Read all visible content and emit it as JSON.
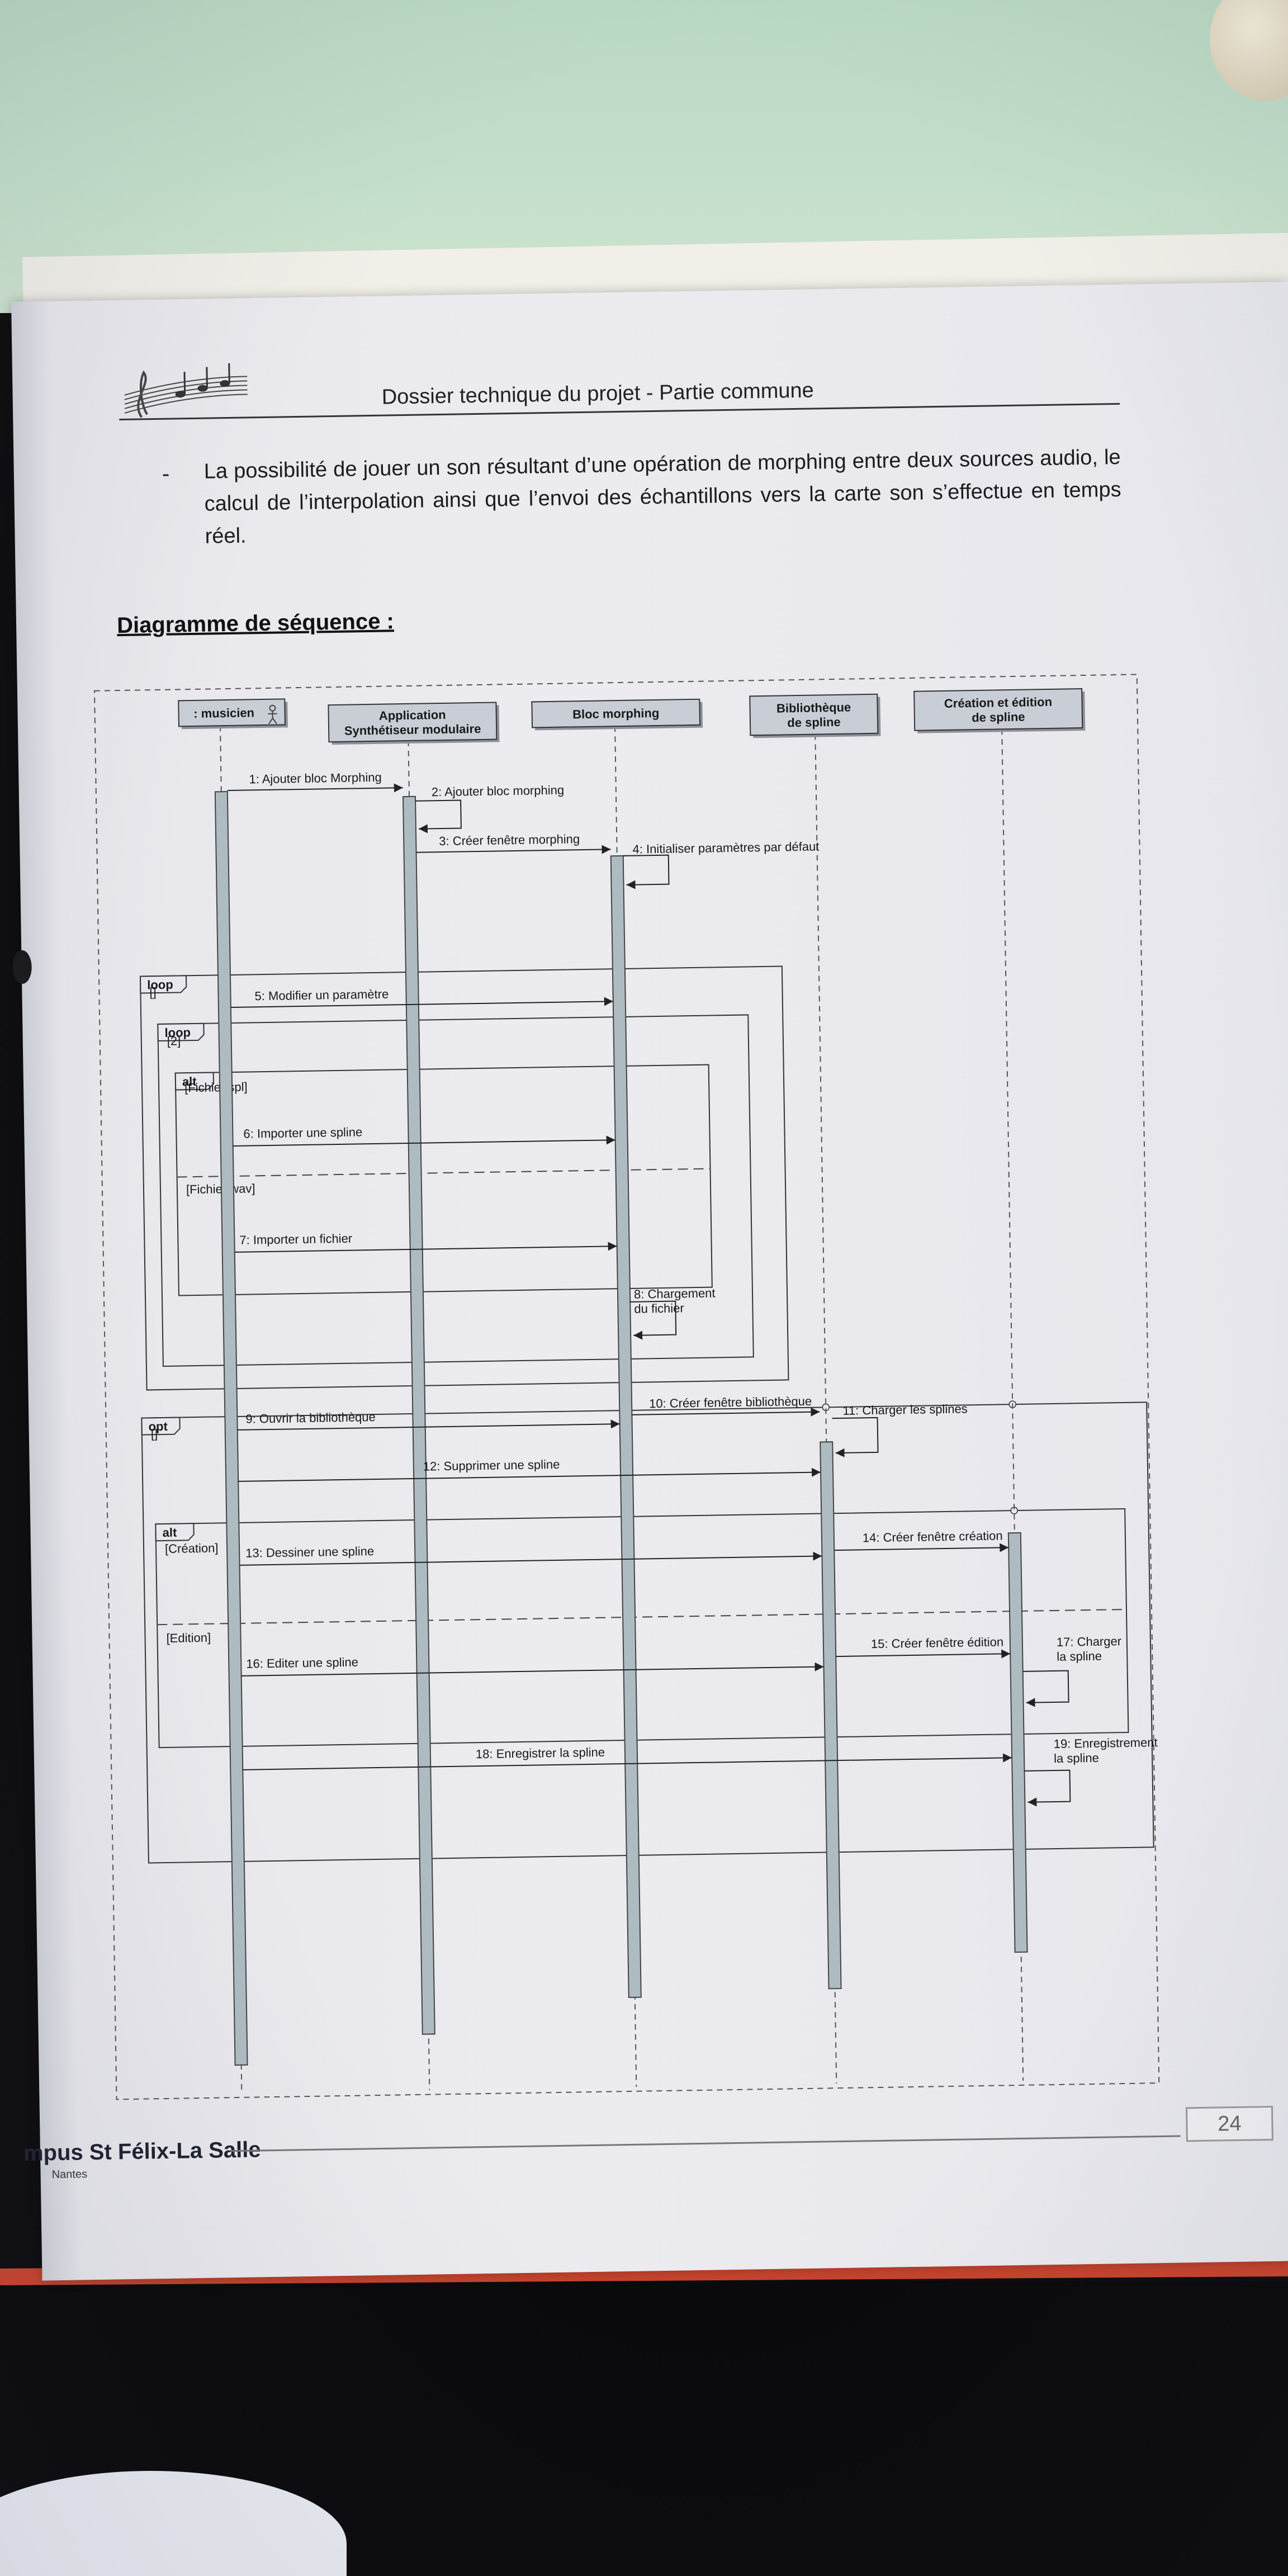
{
  "header": {
    "title": "Dossier technique du projet  -  Partie commune"
  },
  "bullet": {
    "dash": "-",
    "text": "La possibilité de jouer un son résultant d’une opération de morphing entre deux sources audio, le calcul de l’interpolation ainsi que l’envoi des échantillons vers la carte son s’effectue en temps réel."
  },
  "section_title": "Diagramme de séquence :",
  "diagram": {
    "lifelines": [
      {
        "id": "musicien",
        "label": [
          ": musicien"
        ],
        "actor_icon": "actor-icon"
      },
      {
        "id": "app",
        "label": [
          "Application",
          "Synthétiseur modulaire"
        ]
      },
      {
        "id": "morph",
        "label": [
          "Bloc morphing"
        ]
      },
      {
        "id": "biblio",
        "label": [
          "Bibliothèque",
          "de spline"
        ]
      },
      {
        "id": "edit",
        "label": [
          "Création et édition",
          "de spline"
        ]
      }
    ],
    "fragments": [
      {
        "operator": "loop",
        "guards": [
          "[]"
        ]
      },
      {
        "operator": "loop",
        "guards": [
          "[2]"
        ]
      },
      {
        "operator": "alt",
        "guards": [
          "[Fichier spl]",
          "[Fichier wav]"
        ]
      },
      {
        "operator": "opt",
        "guards": [
          "[]"
        ]
      },
      {
        "operator": "alt",
        "guards": [
          "[Création]",
          "[Edition]"
        ]
      }
    ],
    "messages": [
      {
        "label": "1: Ajouter bloc Morphing"
      },
      {
        "label": "2: Ajouter bloc morphing"
      },
      {
        "label": "3: Créer fenêtre morphing"
      },
      {
        "label": "4: Initialiser paramètres par défaut"
      },
      {
        "label": "5: Modifier un paramètre"
      },
      {
        "label": "6: Importer une spline"
      },
      {
        "label": "7: Importer un fichier"
      },
      {
        "label": [
          "8: Chargement",
          "du fichier"
        ]
      },
      {
        "label": "9: Ouvrir la bibliothèque"
      },
      {
        "label": "10: Créer fenêtre bibliothèque"
      },
      {
        "label": "11: Charger les splines"
      },
      {
        "label": "12: Supprimer une spline"
      },
      {
        "label": "13: Dessiner une spline"
      },
      {
        "label": "14: Créer fenêtre création"
      },
      {
        "label": "15: Créer fenêtre édition"
      },
      {
        "label": "16: Editer une spline"
      },
      {
        "label": [
          "17: Charger",
          "la spline"
        ]
      },
      {
        "label": "18: Enregistrer la spline"
      },
      {
        "label": [
          "19: Enregistrement",
          "la spline"
        ]
      }
    ]
  },
  "footer": {
    "school": "mpus St Félix-La Salle",
    "city": "Nantes",
    "page_number": "24"
  }
}
